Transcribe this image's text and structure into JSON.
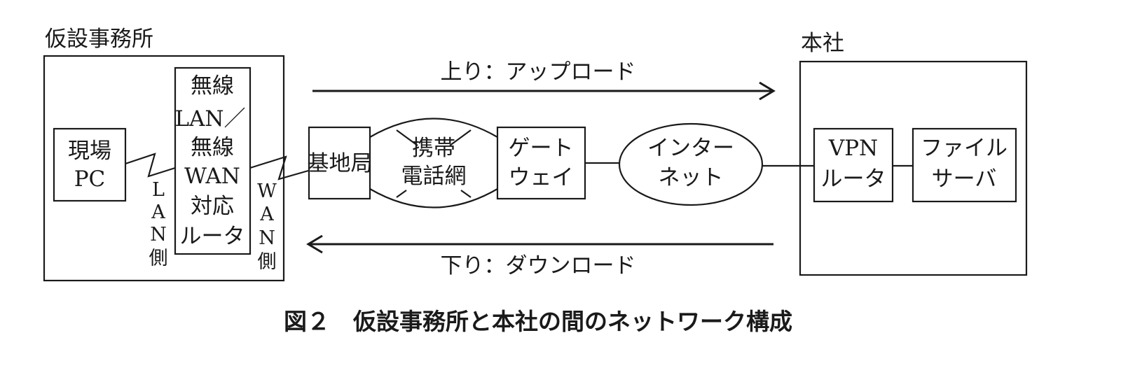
{
  "diagram": {
    "caption": "図２　仮設事務所と本社の間のネットワーク構成",
    "site_office": {
      "label": "仮設事務所",
      "field_pc": [
        "現場",
        "PC"
      ],
      "router": [
        "無線",
        "LAN／",
        "無線",
        "WAN",
        "対応",
        "ルータ"
      ],
      "lan_side": [
        "L",
        "A",
        "N",
        "側"
      ],
      "wan_side": [
        "W",
        "A",
        "N",
        "側"
      ]
    },
    "base_station": "基地局",
    "mobile_network": [
      "携帯",
      "電話網"
    ],
    "gateway": [
      "ゲート",
      "ウェイ"
    ],
    "internet": [
      "インター",
      "ネット"
    ],
    "head_office": {
      "label": "本社",
      "vpn_router": [
        "VPN",
        "ルータ"
      ],
      "file_server": [
        "ファイル",
        "サーバ"
      ]
    },
    "upload_label": "上り：アップロード",
    "download_label": "下り：ダウンロード",
    "line_color": "#1a1a1a"
  }
}
